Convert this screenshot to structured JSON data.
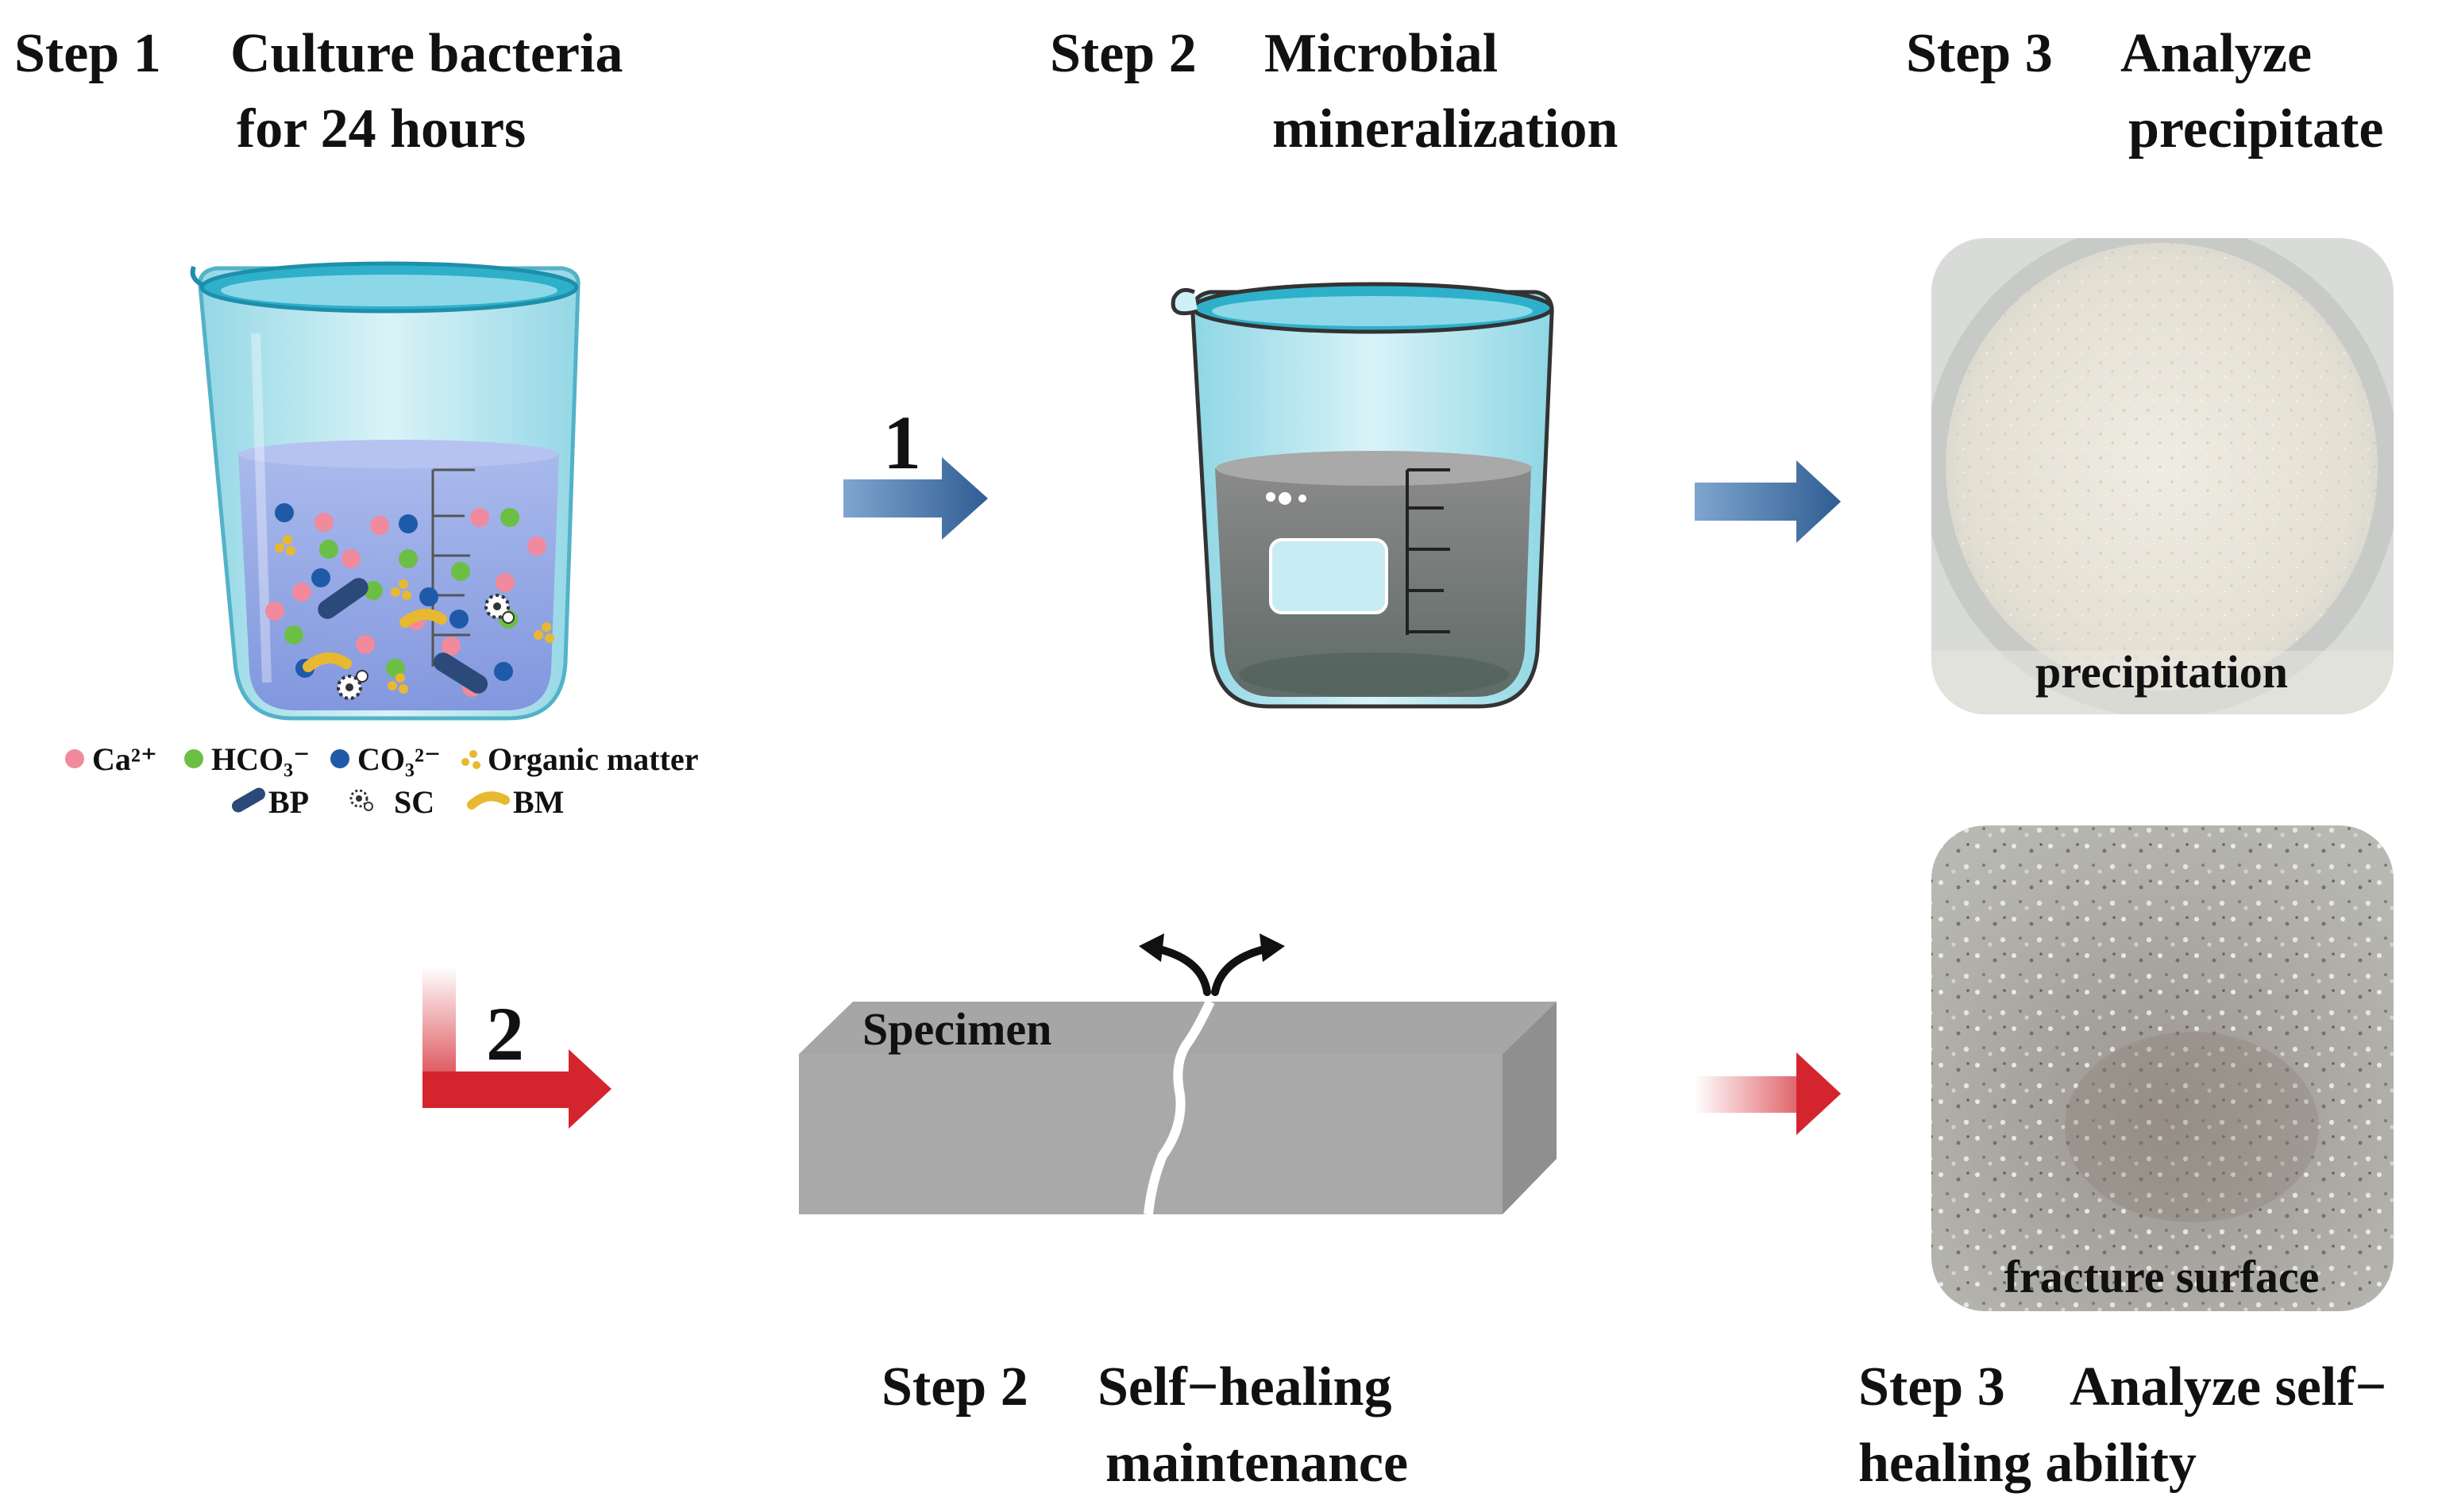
{
  "steps": {
    "top1": {
      "label": "Step 1",
      "line1": "Culture bacteria",
      "line2": "for 24 hours"
    },
    "top2": {
      "label": "Step 2",
      "line1": "Microbial",
      "line2": "mineralization"
    },
    "top3": {
      "label": "Step 3",
      "line1": "Analyze",
      "line2": "precipitate"
    },
    "bottom2": {
      "label": "Step 2",
      "line1": "Self−healing",
      "line2": "maintenance"
    },
    "bottom3": {
      "label": "Step 3",
      "line1": "Analyze self−",
      "line2": "healing ability"
    }
  },
  "legend": {
    "ca": "Ca²⁺",
    "hco3": "HCO₃⁻",
    "co3": "CO₃²⁻",
    "organic": "Organic matter",
    "bp": "BP",
    "sc": "SC",
    "bm": "BM"
  },
  "arrows": {
    "path1": "1",
    "path2": "2"
  },
  "specimen_label": "Specimen",
  "photos": {
    "precipitation": "precipitation",
    "fracture": "fracture surface"
  },
  "colors": {
    "ca": "#f08a9c",
    "hco3": "#6cbf45",
    "co3": "#1e5aa8",
    "organic": "#e8b830",
    "arrow_blue": "#2f5d92",
    "arrow_red": "#d4252f",
    "specimen": "#a9a9a9"
  }
}
